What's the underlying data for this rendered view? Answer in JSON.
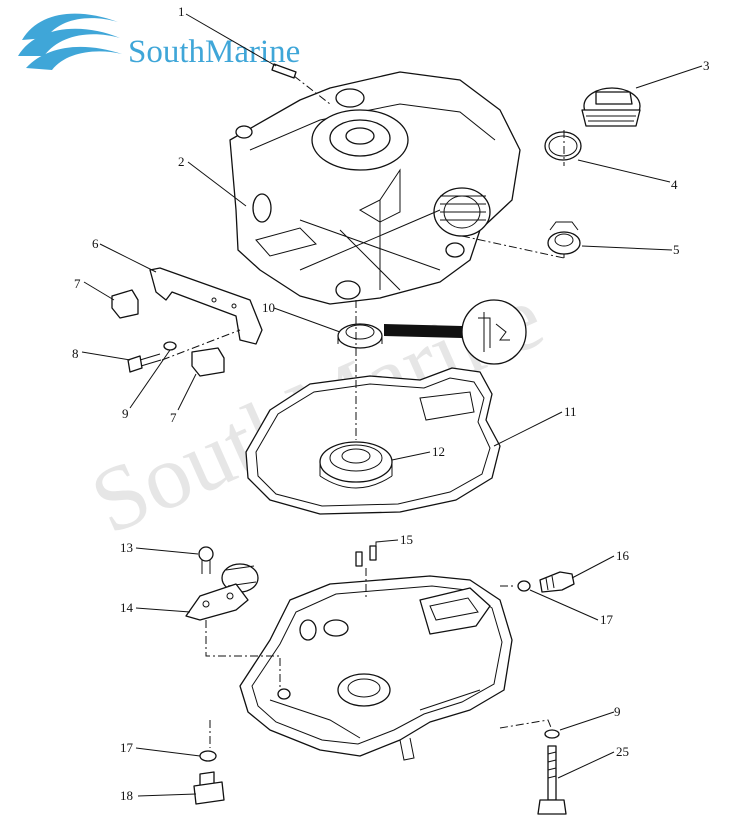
{
  "brand": {
    "name": "SouthMarine",
    "watermark": "SouthMarine",
    "logo_color": "#3fa6d8",
    "watermark_color": "#e6e6e6"
  },
  "callouts": [
    {
      "id": "c1",
      "label": "1"
    },
    {
      "id": "c2",
      "label": "2"
    },
    {
      "id": "c3",
      "label": "3"
    },
    {
      "id": "c4",
      "label": "4"
    },
    {
      "id": "c5",
      "label": "5"
    },
    {
      "id": "c6",
      "label": "6"
    },
    {
      "id": "c7a",
      "label": "7"
    },
    {
      "id": "c7b",
      "label": "7"
    },
    {
      "id": "c8",
      "label": "8"
    },
    {
      "id": "c9a",
      "label": "9"
    },
    {
      "id": "c10",
      "label": "10"
    },
    {
      "id": "c11",
      "label": "11"
    },
    {
      "id": "c12",
      "label": "12"
    },
    {
      "id": "c13",
      "label": "13"
    },
    {
      "id": "c14",
      "label": "14"
    },
    {
      "id": "c15",
      "label": "15"
    },
    {
      "id": "c16",
      "label": "16"
    },
    {
      "id": "c17a",
      "label": "17"
    },
    {
      "id": "c9b",
      "label": "9"
    },
    {
      "id": "c17b",
      "label": "17"
    },
    {
      "id": "c25",
      "label": "25"
    },
    {
      "id": "c18",
      "label": "18"
    }
  ]
}
